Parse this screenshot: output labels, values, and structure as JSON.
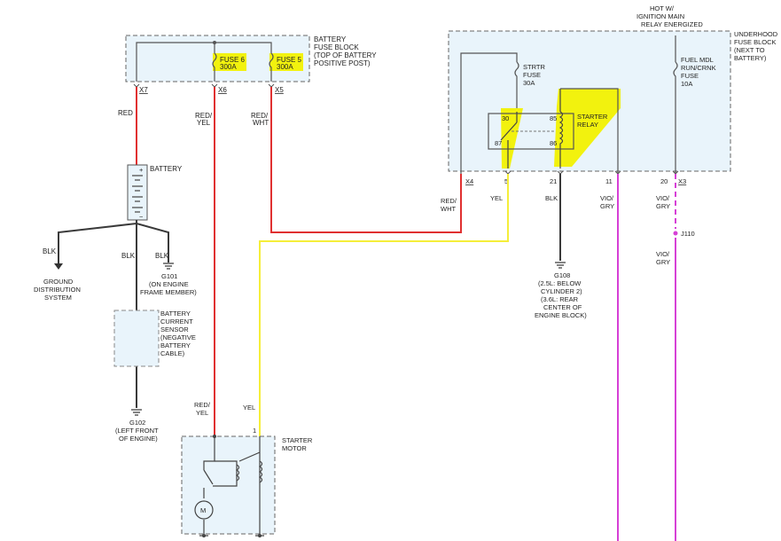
{
  "colors": {
    "red": "#e03030",
    "yellow": "#f5ee3a",
    "violet": "#d640d6",
    "black": "#3a3a3a",
    "box_fill": "#e9f4fb",
    "highlight": "#f2f20e",
    "fuse_fill": "#f2f20e"
  },
  "battery_fuse_block": {
    "label": [
      "BATTERY",
      "FUSE BLOCK",
      "(TOP OF BATTERY",
      "POSITIVE POST)"
    ],
    "fuse6": {
      "name": "FUSE 6",
      "rating": "300A"
    },
    "fuse5": {
      "name": "FUSE 5",
      "rating": "300A"
    },
    "pins": {
      "x7": "X7",
      "x6": "X6",
      "x5": "X5"
    }
  },
  "underhood": {
    "top_note": [
      "HOT W/",
      "IGNITION MAIN",
      "RELAY ENERGIZED"
    ],
    "label": [
      "UNDERHOOD",
      "FUSE BLOCK",
      "(NEXT TO",
      "BATTERY)"
    ],
    "strtr_fuse": [
      "STRTR",
      "FUSE",
      "30A"
    ],
    "fuel_fuse": [
      "FUEL MDL",
      "RUN/CRNK",
      "FUSE",
      "10A"
    ],
    "relay_label": [
      "STARTER",
      "RELAY"
    ],
    "relay_pins": {
      "p30": "30",
      "p85": "85",
      "p87": "87",
      "p86": "86"
    },
    "connector_x4": "X4",
    "connector_x3": "X3",
    "pin_5": "5",
    "pin_21": "21",
    "pin_11": "11",
    "pin_20": "20"
  },
  "wires": {
    "red": "RED",
    "red_yel": [
      "RED/",
      "YEL"
    ],
    "red_wht": [
      "RED/",
      "WHT"
    ],
    "red_wht2": [
      "RED/",
      "WHT"
    ],
    "yel": "YEL",
    "blk": "BLK",
    "vio_gry_a": [
      "VIO/",
      "GRY"
    ],
    "vio_gry_b": [
      "VIO/",
      "GRY"
    ],
    "vio_gry_c": [
      "VIO/",
      "GRY"
    ],
    "red_yel_bottom": [
      "RED/",
      "YEL"
    ],
    "yel_bottom": "YEL",
    "blk_left": "BLK",
    "blk_mid": "BLK",
    "blk_right": "BLK"
  },
  "battery": {
    "label": "BATTERY",
    "plus": "+",
    "minus": "−"
  },
  "ground_distribution": [
    "GROUND",
    "DISTRIBUTION",
    "SYSTEM"
  ],
  "g101": [
    "G101",
    "(ON ENGINE",
    "FRAME MEMBER)"
  ],
  "sensor": [
    "BATTERY",
    "CURRENT",
    "SENSOR",
    "(NEGATIVE",
    "BATTERY",
    "CABLE)"
  ],
  "g102": [
    "G102",
    "(LEFT FRONT",
    "OF ENGINE)"
  ],
  "g108": [
    "G108",
    "(2.5L: BELOW",
    "CYLINDER 2)",
    "(3.6L: REAR",
    "CENTER OF",
    "ENGINE BLOCK)"
  ],
  "j110": "J110",
  "starter_motor": {
    "label": [
      "STARTER",
      "MOTOR"
    ],
    "pin": "1",
    "motor": "M"
  }
}
